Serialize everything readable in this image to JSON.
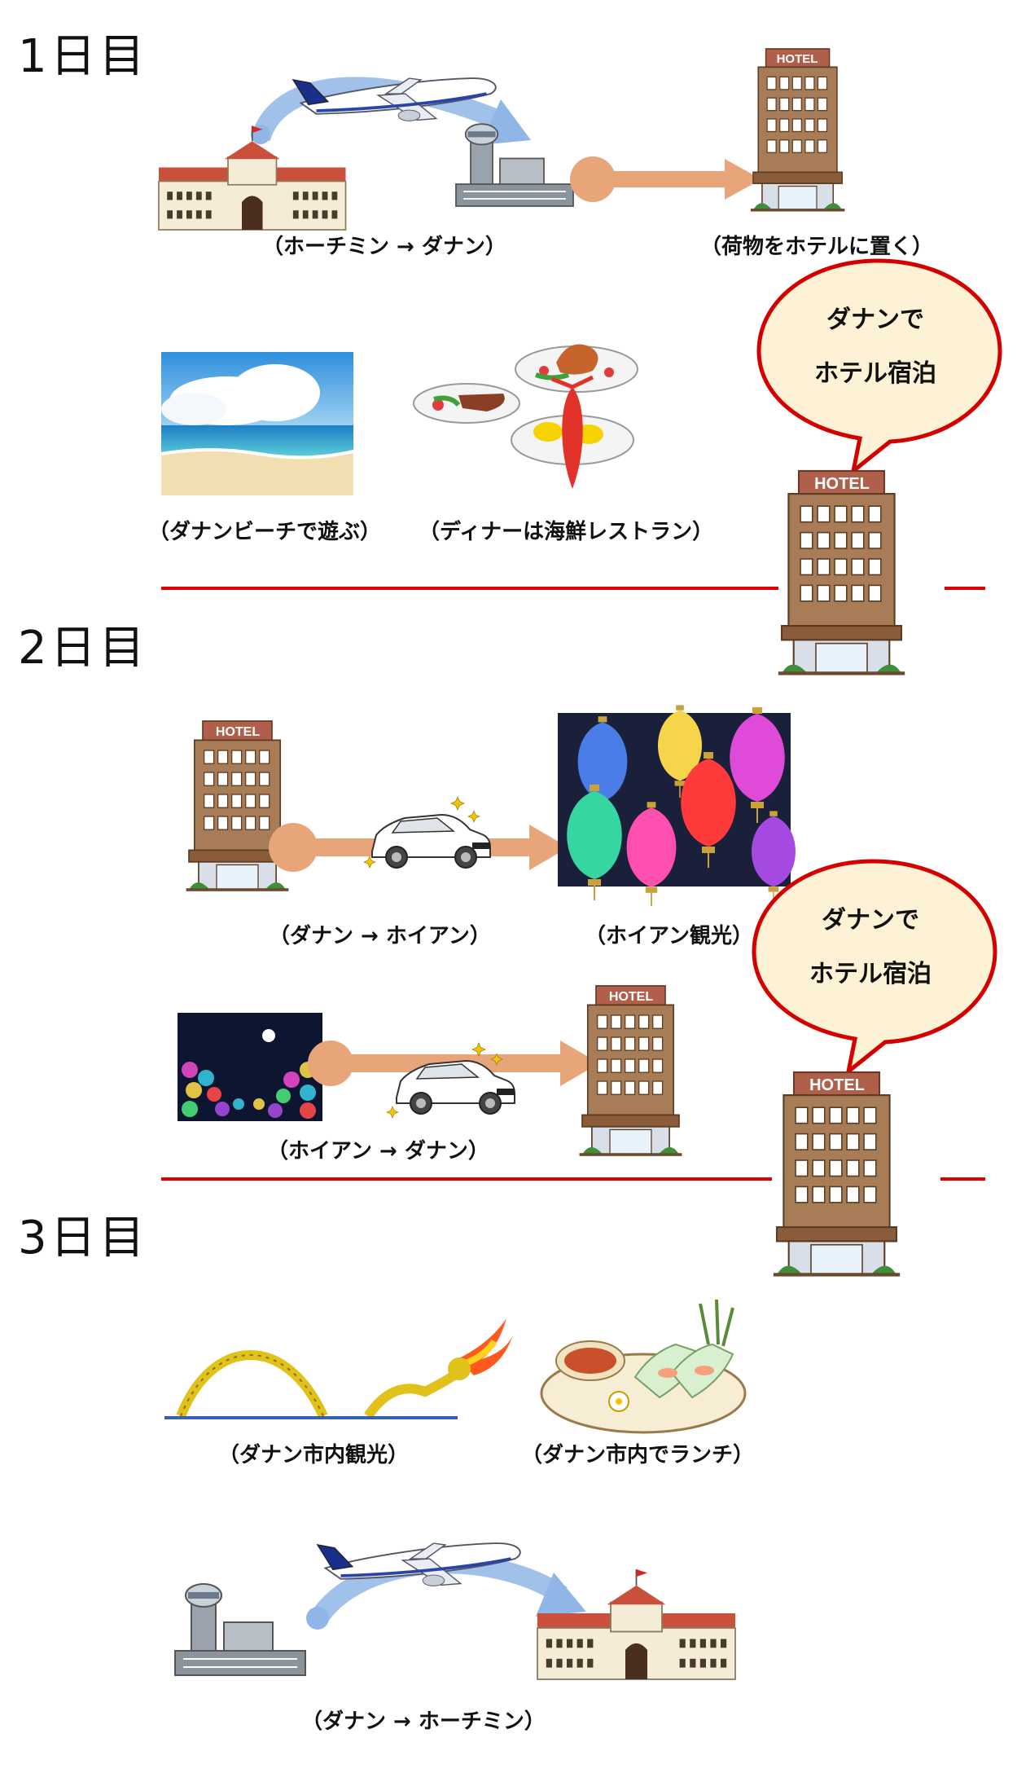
{
  "days": [
    {
      "title": "1日目"
    },
    {
      "title": "2日目"
    },
    {
      "title": "3日目"
    }
  ],
  "captions": {
    "flight_hcm_danang": "（ホーチミン → ダナン）",
    "hotel_luggage": "（荷物をホテルに置く）",
    "beach": "（ダナンビーチで遊ぶ）",
    "dinner": "（ディナーは海鮮レストラン）",
    "drive_danang_hoian": "（ダナン → ホイアン）",
    "hoian_sightseeing": "（ホイアン観光）",
    "drive_hoian_danang": "（ホイアン → ダナン）",
    "danang_city": "（ダナン市内観光）",
    "lunch": "（ダナン市内でランチ）",
    "flight_danang_hcm": "（ダナン → ホーチミン）"
  },
  "bubbles": [
    {
      "line1": "ダナンで",
      "line2": "ホテル宿泊"
    },
    {
      "line1": "ダナンで",
      "line2": "ホテル宿泊"
    }
  ],
  "hotel_sign": "HOTEL",
  "colors": {
    "divider": "#e00000",
    "bubble_fill": "#fdf2d6",
    "bubble_stroke": "#d40000",
    "arrow_orange": "#e8a57a",
    "arrow_blue": "#8fb6e6",
    "hotel_brown": "#a77c57",
    "hotel_sign": "#b06048"
  }
}
